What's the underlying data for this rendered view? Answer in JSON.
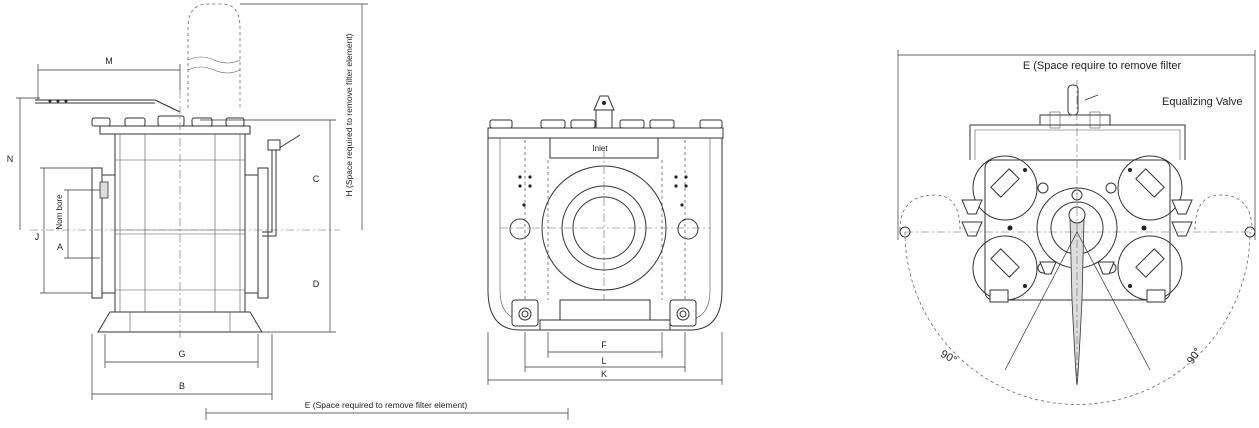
{
  "side_view": {
    "labels": {
      "M": "M",
      "N": "N",
      "J": "J",
      "A": "A",
      "nom_bore": "Nom bore",
      "C": "C",
      "D": "D",
      "H": "H (Space required to remove filter element)",
      "G": "G",
      "B": "B",
      "E": "E (Space required to remove filter element)"
    }
  },
  "front_view": {
    "labels": {
      "inlet": "Inlet",
      "F": "F",
      "L": "L",
      "K": "K"
    }
  },
  "top_view": {
    "labels": {
      "E": "E (Space require to remove filter",
      "equalizing_valve": "Equalizing Valve",
      "angle_left": "90°",
      "angle_right": "90°"
    }
  }
}
